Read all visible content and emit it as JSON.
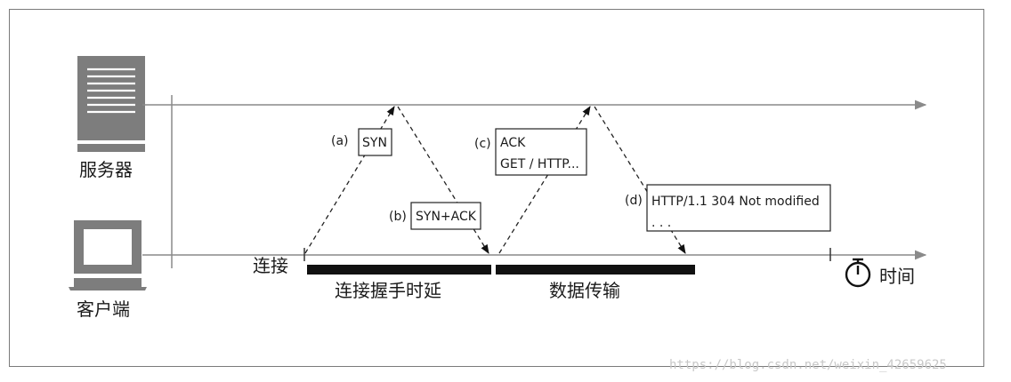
{
  "server_label": "服务器",
  "client_label": "客户端",
  "connect_label": "连接",
  "time_label": "时间",
  "phase_handshake": "连接握手时延",
  "phase_transfer": "数据传输",
  "messages": [
    {
      "tag": "(a)",
      "lines": [
        "SYN"
      ]
    },
    {
      "tag": "(b)",
      "lines": [
        "SYN+ACK"
      ]
    },
    {
      "tag": "(c)",
      "lines": [
        "ACK",
        "GET / HTTP..."
      ]
    },
    {
      "tag": "(d)",
      "lines": [
        "HTTP/1.1 304 Not modified",
        ". . ."
      ]
    }
  ],
  "icons": [
    "server-icon",
    "computer-icon",
    "stopwatch-icon"
  ],
  "colors": {
    "timeline": "#8a8a8a",
    "icon": "#7d7d7d",
    "bar": "#111111",
    "frame": "#7a7a7a"
  },
  "watermark": "https://blog.csdn.net/weixin_42659625"
}
